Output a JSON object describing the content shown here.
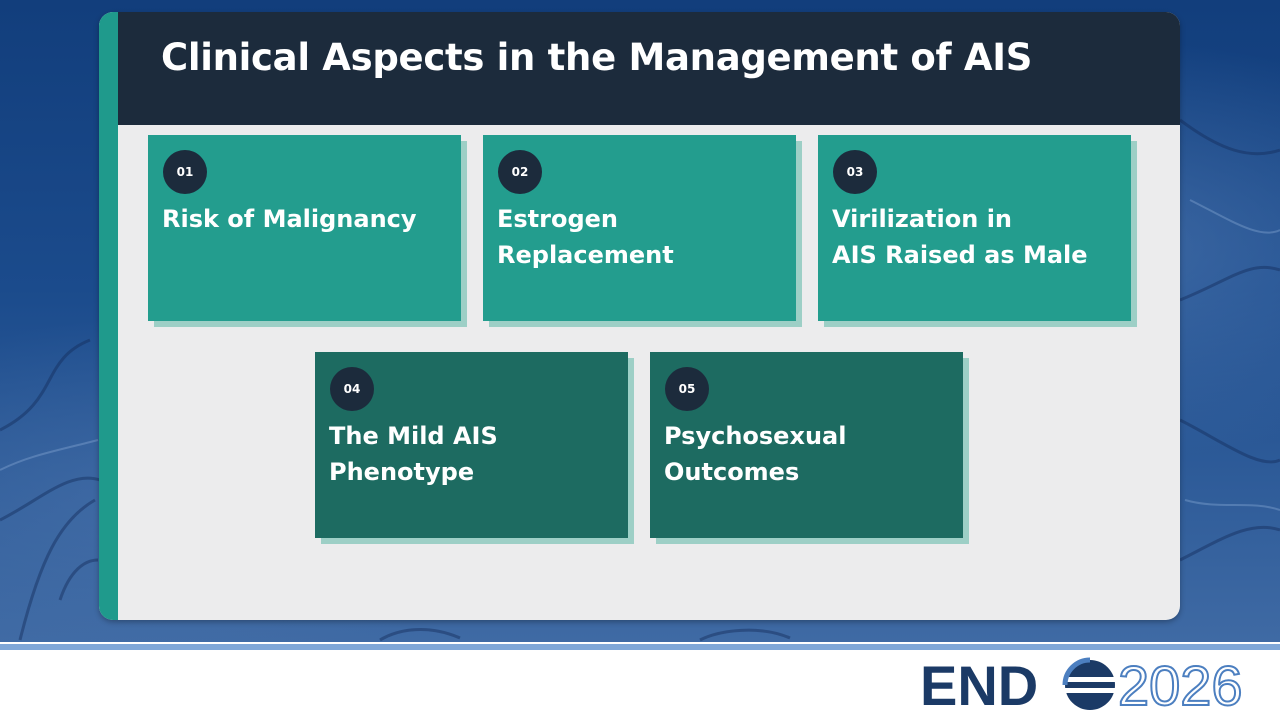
{
  "slide": {
    "title": "Clinical Aspects in the Management of AIS"
  },
  "tiles": [
    {
      "number": "01",
      "lines": [
        "Risk of Malignancy"
      ]
    },
    {
      "number": "02",
      "lines": [
        "Estrogen",
        "Replacement"
      ]
    },
    {
      "number": "03",
      "lines": [
        "Virilization in",
        "AIS Raised as Male"
      ]
    },
    {
      "number": "04",
      "lines": [
        "The Mild AIS",
        "Phenotype"
      ]
    },
    {
      "number": "05",
      "lines": [
        "Psychosexual",
        "Outcomes"
      ]
    }
  ],
  "logo": {
    "left_text": "END",
    "right_text": "2026",
    "globe_icon": "globe-icon"
  },
  "colors": {
    "background_blue": "#1b4b8c",
    "header_navy": "#1c2b3c",
    "card_gray": "#ececed",
    "accent_teal": "#1f9a8c",
    "tile_light_teal": "#239d8e",
    "tile_dark_teal": "#1d6b61",
    "tile_shadow": "#9dcfc6",
    "logo_navy": "#1b3a66",
    "logo_light_blue": "#4c7fc0"
  }
}
